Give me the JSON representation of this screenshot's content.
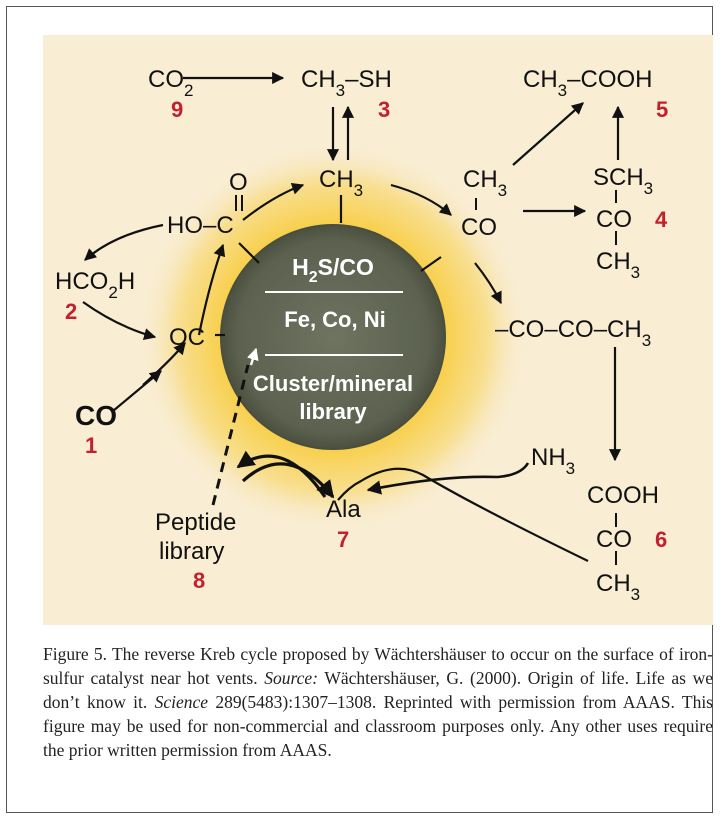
{
  "diagram": {
    "compounds": {
      "co2": "CO",
      "co2_sub": "2",
      "ch3sh_a": "CH",
      "ch3sh_sub": "3",
      "ch3sh_b": "–SH",
      "acetic_a": "CH",
      "acetic_sub": "3",
      "acetic_b": "–COOH",
      "carbonyl_o": "O",
      "hooc": "HO–C",
      "methyl_center": "CH",
      "methyl_center_sub": "3",
      "methyl_right": "CH",
      "methyl_right_sub": "3",
      "acyl_co": "CO",
      "thioester_s": "SCH",
      "thioester_s_sub": "3",
      "thioester_co": "CO",
      "thioester_ch3": "CH",
      "thioester_ch3_sub": "3",
      "formic_a": "HCO",
      "formic_sub": "2",
      "formic_b": "H",
      "oc": "OC",
      "pyruvyl": "–CO–CO–CH",
      "pyruvyl_sub": "3",
      "co": "CO",
      "ammonia": "NH",
      "ammonia_sub": "3",
      "pyruvic_cooh": "COOH",
      "pyruvic_co": "CO",
      "pyruvic_ch3": "CH",
      "pyruvic_ch3_sub": "3",
      "alanine": "Ala",
      "peptide_1": "Peptide",
      "peptide_2": "library"
    },
    "numbers": {
      "co": "1",
      "formic": "2",
      "ch3sh": "3",
      "thioester": "4",
      "acetic": "5",
      "pyruvic": "6",
      "alanine": "7",
      "peptide": "8",
      "co2": "9"
    },
    "core": {
      "line1_a": "H",
      "line1_sub": "2",
      "line1_b": "S/CO",
      "line2": "Fe, Co, Ni",
      "line3": "Cluster/mineral",
      "line4": "library"
    }
  },
  "caption": {
    "figure_label": "Figure 5.",
    "text1": " The reverse Kreb cycle proposed by Wächtershäuser to occur on the surface of iron-sulfur catalyst near hot vents. ",
    "source_label": "Source:",
    "text2": " Wächtershäuser, G. (2000). Origin of life. Life as we don’t know it. ",
    "journal": "Science",
    "text3": " 289(5483):1307–1308. Reprinted with permission from AAAS. This figure may be used for non-commercial and classroom purposes only. Any other uses require the prior written permission from AAAS."
  }
}
